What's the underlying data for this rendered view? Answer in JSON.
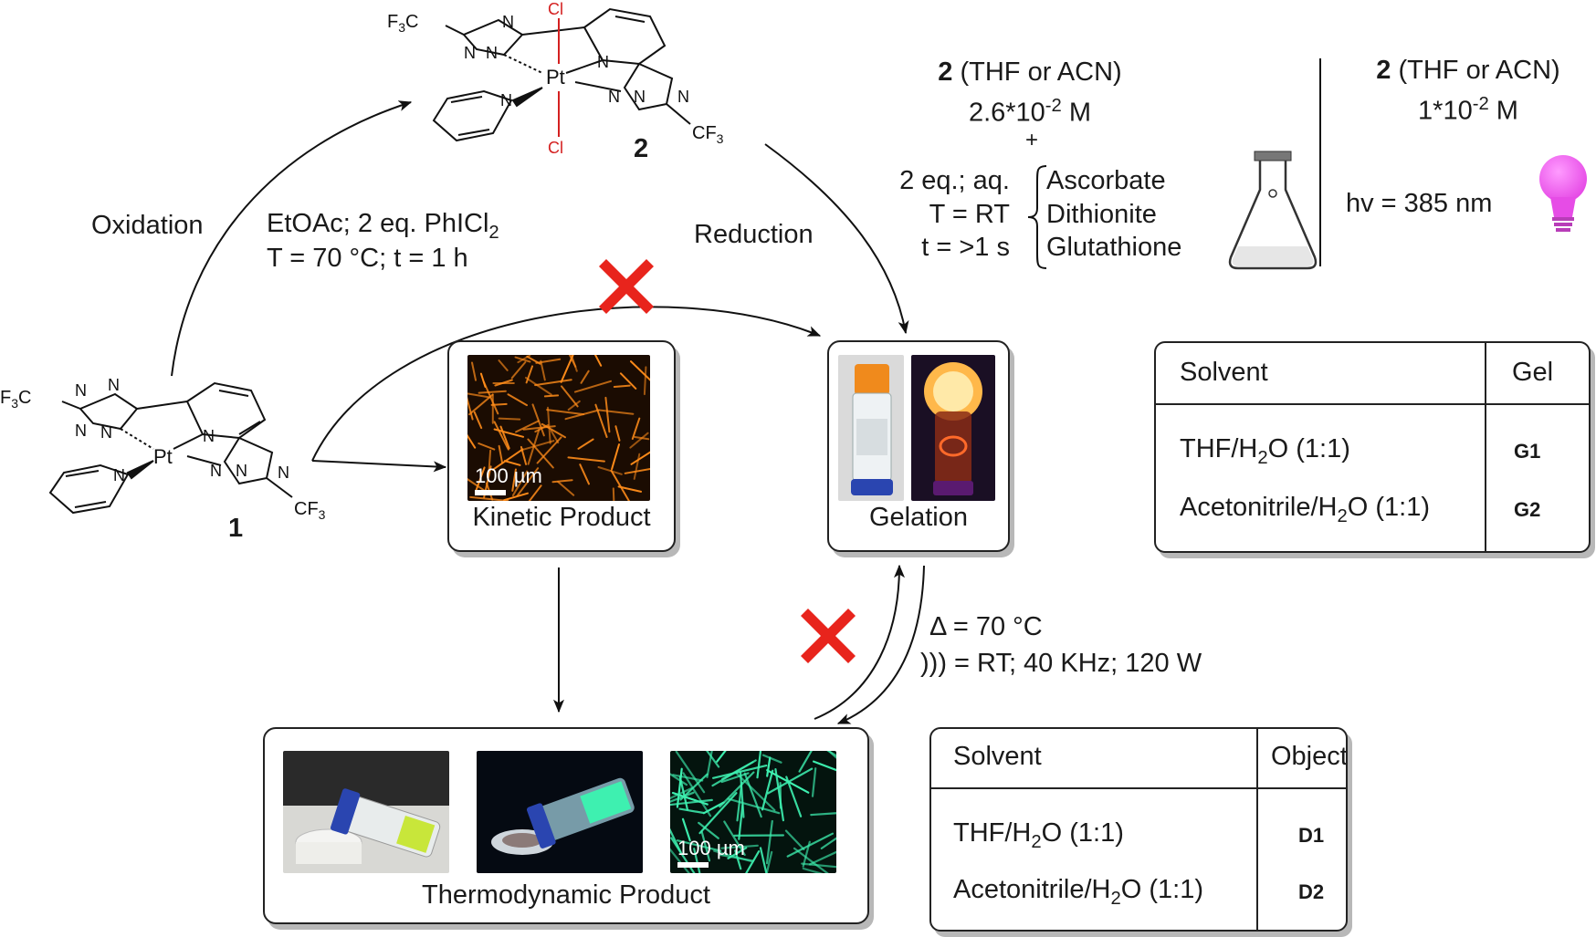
{
  "oxidation_label": "Oxidation",
  "oxidation_conditions": [
    "EtOAc; 2 eq. PhICl",
    "2",
    "T = 70 °C; t = 1 h"
  ],
  "reduction_label": "Reduction",
  "compound_1_label": "1",
  "compound_2_label": "2",
  "molecule": {
    "cf3_left": "F",
    "cf3_3": "3",
    "cf3_c": "C",
    "cf3_right": "CF",
    "n": "N",
    "pt": "Pt",
    "cl": "Cl"
  },
  "reaction_box": {
    "line1_bold": "2",
    "line1_rest": " (THF or ACN)",
    "line2_base": "2.6*10",
    "line2_exp": "-2",
    "line2_unit": " M",
    "plus": "+",
    "cond_1": "2 eq.; aq.",
    "cond_2": "T = RT",
    "cond_3": "t = >1 s",
    "reagents": [
      "Ascorbate",
      "Dithionite",
      "Glutathione"
    ]
  },
  "photo_box": {
    "line1_bold": "2",
    "line1_rest": " (THF or ACN)",
    "line2_base": "1*10",
    "line2_exp": "-2",
    "line2_unit": " M",
    "hv": "hv = 385 nm"
  },
  "kinetic_caption": "Kinetic Product",
  "gelation_caption": "Gelation",
  "thermo_caption": "Thermodynamic Product",
  "scale_label": "100 µm",
  "conversion": {
    "delta": "Δ = 70 °C",
    "sonication": "))) = RT;  40 KHz;  120 W"
  },
  "gel_table": {
    "col1": "Solvent",
    "col2": "Gel",
    "rows": [
      {
        "solvent_a": "THF/H",
        "solvent_sub": "2",
        "solvent_b": "O (1:1)",
        "code": "G1"
      },
      {
        "solvent_a": "Acetonitrile/H",
        "solvent_sub": "2",
        "solvent_b": "O (1:1)",
        "code": "G2"
      }
    ]
  },
  "object_table": {
    "col1": "Solvent",
    "col2": "Object",
    "rows": [
      {
        "solvent_a": "THF/H",
        "solvent_sub": "2",
        "solvent_b": "O (1:1)",
        "code": "D1"
      },
      {
        "solvent_a": "Acetonitrile/H",
        "solvent_sub": "2",
        "solvent_b": "O (1:1)",
        "code": "D2"
      }
    ]
  },
  "colors": {
    "cross": "#e8241c",
    "cl_bond": "#d42020",
    "orange_fiber": "#ff8c1a",
    "green_fiber": "#3ef0b0",
    "bulb": "#e64ce6"
  }
}
